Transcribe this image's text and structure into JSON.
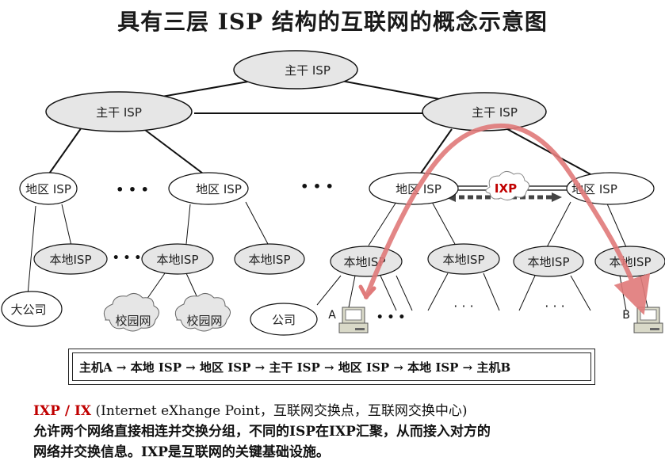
{
  "title": "具有三层 ISP 结构的互联网的概念示意图",
  "nodes": {
    "backbone_top": "主干 ISP",
    "backbone_left": "主干 ISP",
    "backbone_right": "主干 ISP",
    "regional_1": "地区 ISP",
    "regional_2": "地区 ISP",
    "regional_3": "地区 ISP",
    "regional_4": "地区 ISP",
    "ixp": "IXP",
    "local_1": "本地ISP",
    "local_2": "本地ISP",
    "local_3": "本地ISP",
    "local_4": "本地ISP",
    "local_5": "本地ISP",
    "local_6": "本地ISP",
    "local_7": "本地ISP",
    "big_company": "大公司",
    "campus_1": "校园网",
    "campus_2": "校园网",
    "company": "公司",
    "host_a": "A",
    "host_b": "B",
    "ellipsis": "• • •",
    "dots_small": "• • •",
    "dots_low": "· · ·"
  },
  "path_text": "主机A → 本地 ISP → 地区 ISP → 主干 ISP → 地区 ISP → 本地 ISP → 主机B",
  "caption": {
    "ixp_label": "IXP / IX",
    "line1_rest": " (Internet eXhange Point，互联网交换点，互联网交换中心)",
    "line2": "允许两个网络直接相连并交换分组，不同的ISP在IXP汇聚，从而接入对方的",
    "line3": "网络并交换信息。IXP是互联网的关键基础设施。"
  },
  "colors": {
    "node_fill": "#e6e6e6",
    "route_arrow": "#e07a7a",
    "ixp_text": "#c00000",
    "ixp_link": "#333333"
  }
}
